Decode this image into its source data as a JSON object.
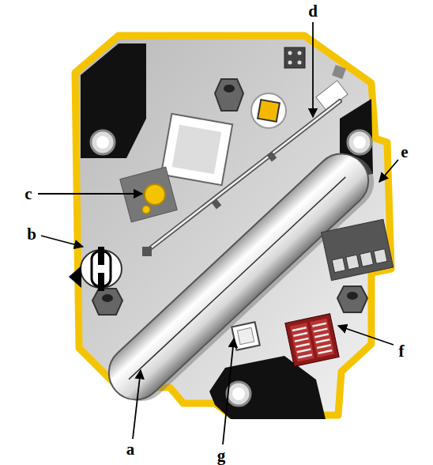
{
  "diagram": {
    "labels": [
      "d",
      "c",
      "e",
      "b",
      "f",
      "a",
      "g"
    ]
  }
}
